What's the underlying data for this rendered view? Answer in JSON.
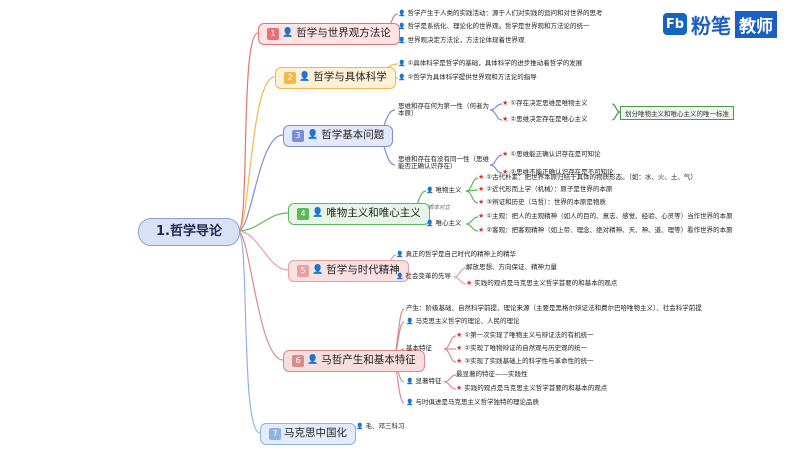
{
  "logo": {
    "mark": "Fb",
    "brand": "粉笔",
    "suffix": "教师"
  },
  "root": "1.哲学导论",
  "branches": {
    "b1": {
      "badge": "1",
      "label": "哲学与世界观方法论",
      "color": "#e57373",
      "leaves": [
        "哲学产生于人类的实践活动：源于人们对实践的追问和对世界的思考",
        "哲学是系统化、理论化的世界观。哲学是世界观和方法论的统一",
        "世界观决定方法论，方法论体现着世界观"
      ]
    },
    "b2": {
      "badge": "2",
      "label": "哲学与具体科学",
      "color": "#f2b84b",
      "leaves": [
        "①具体科学是哲学的基础，具体科学的进步推动着哲学的发展",
        "②哲学为具体科学提供世界观和方法论的指导"
      ]
    },
    "b3": {
      "badge": "3",
      "label": "哲学基本问题",
      "color": "#7b8ed6",
      "q1": "思维和存在何为第一性（何者为本原）",
      "q1a": "①存在决定思维是唯物主义",
      "q1b": "②思维决定存在是唯心主义",
      "highlight": "划分唯物主义和唯心主义的唯一标准",
      "q2": "思维和存在有没有同一性（思维能否正确认识存在）",
      "q2a": "①思维能正确认识存在是可知论",
      "q2b": "②思维不能正确认识存在是不可知论"
    },
    "b4": {
      "badge": "4",
      "label": "唯物主义和唯心主义",
      "color": "#5cb85c",
      "mat": "唯物主义",
      "mat1": "①古代朴素：把世界本原归结于具体的物质形态。（如：水、火、土、气）",
      "mat2": "②近代形而上学（机械）：原子是世界的本原",
      "mat3": "③辨证和历史（马哲）：世界的本原是物质",
      "middle": "根本对立",
      "ide": "唯心主义",
      "ide1": "①主观：把人的主观精神（如人的目的、意志、感觉、经验、心灵等）当作世界的本原",
      "ide2": "②客观：把客观精神（如上帝、理念、绝对精神、天、神、道、理等）看作世界的本原"
    },
    "b5": {
      "badge": "5",
      "label": "哲学与时代精神",
      "color": "#e8a0a0",
      "l1": "真正的哲学是自己时代的精神上的精华",
      "l2": "社会变革的先导",
      "l2a": "解放思想、方向保证、精神力量",
      "l3": "实践的观点是马克思主义哲学首要的和基本的观点"
    },
    "b6": {
      "badge": "6",
      "label": "马哲产生和基本特征",
      "color": "#d98c8c",
      "origin": "产生：阶级基础、自然科学前提、理论来源（主要是黑格尔辩证法和费尔巴哈唯物主义）、社会科学前提",
      "l1": "马克思主义哲学的理论、人民的理论",
      "basic": "基本特征",
      "basic1": "①第一次实现了唯物主义与辩证法的有机统一",
      "basic2": "②实现了唯物辩证的自然观与历史观的统一",
      "basic3": "③实现了实践基础上的科学性与革命性的统一",
      "remark": "显著特征",
      "remark1": "最显著的特征——实践性",
      "remark2": "实践的观点是马克思主义哲学首要的和基本的观点",
      "l2": "与时俱进是马克思主义哲学独特的理论品质"
    },
    "b7": {
      "badge": "7",
      "label": "马克思中国化",
      "color": "#8fb2e3",
      "l1": "毛、邓三科习"
    }
  }
}
